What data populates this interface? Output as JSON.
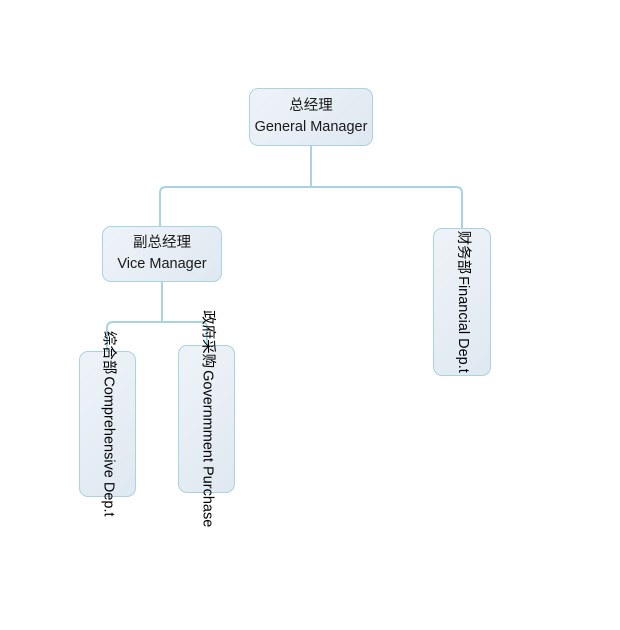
{
  "chart_data": {
    "type": "diagram",
    "diagram_type": "organization-chart",
    "title": "",
    "orientation": "top-down",
    "background_color": "#ffffff",
    "node_fill_color": "#e8eef5",
    "node_border_color": "#a9d3e2",
    "connector_color": "#a9d3e2",
    "text_color": "#1a1a1a",
    "nodes": [
      {
        "id": "general-manager",
        "level": 0,
        "label_cn": "总经理",
        "label_en": "General Manager",
        "text_orientation": "horizontal"
      },
      {
        "id": "vice-manager",
        "level": 1,
        "label_cn": "副总经理",
        "label_en": "Vice Manager",
        "text_orientation": "horizontal"
      },
      {
        "id": "financial-dept",
        "level": 1,
        "label_cn": "财务部",
        "label_en": "Financial Dep.t",
        "text_orientation": "vertical"
      },
      {
        "id": "comprehensive-dept",
        "level": 2,
        "label_cn": "综合部",
        "label_en": "Comprehensive Dep.t",
        "text_orientation": "vertical"
      },
      {
        "id": "government-purchase",
        "level": 2,
        "label_cn": "政府采购",
        "label_en": "Governmment Purchase",
        "text_orientation": "vertical"
      }
    ],
    "edges": [
      {
        "from": "general-manager",
        "to": "vice-manager"
      },
      {
        "from": "general-manager",
        "to": "financial-dept"
      },
      {
        "from": "vice-manager",
        "to": "comprehensive-dept"
      },
      {
        "from": "vice-manager",
        "to": "government-purchase"
      }
    ]
  }
}
